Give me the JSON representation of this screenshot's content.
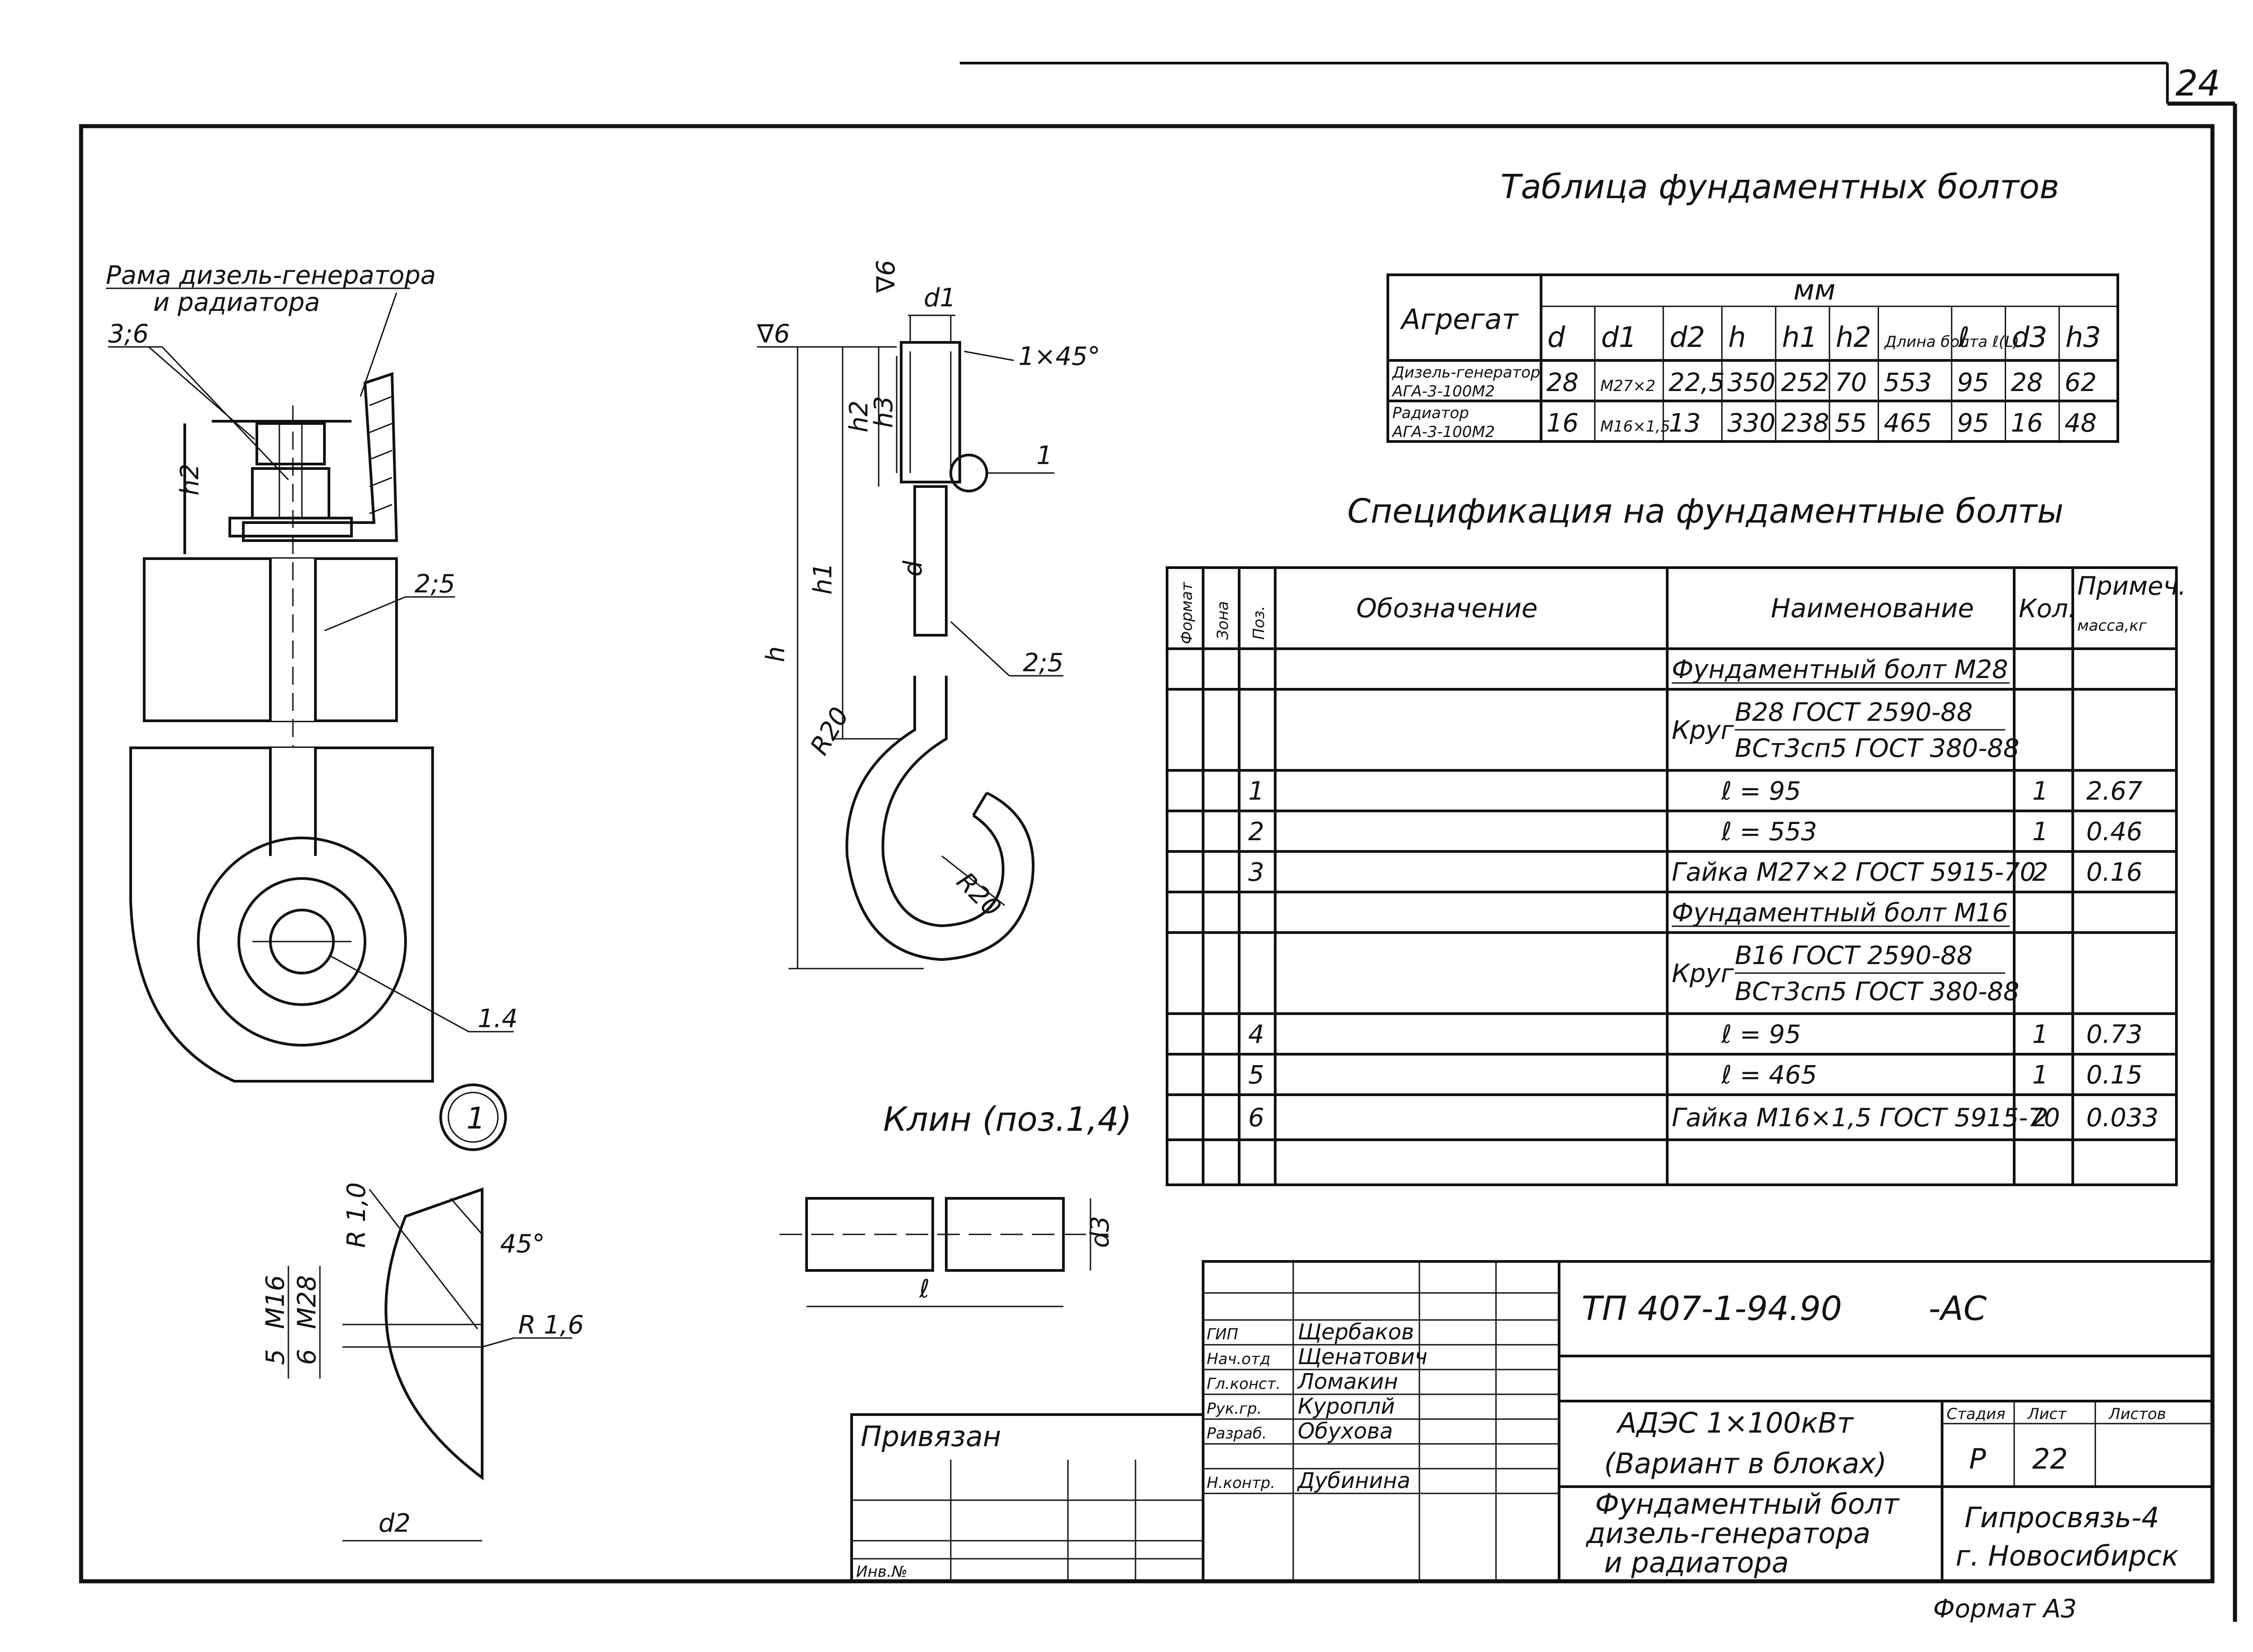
{
  "sheet": {
    "sheet_number": "24",
    "format_note": "Формат А3"
  },
  "annotations": {
    "frame_label_line1": "Рама дизель-генератора",
    "frame_label_line2": "и радиатора",
    "pos_3_6": "3;6",
    "pos_2_5_left": "2;5",
    "pos_1_4": "1.4",
    "view_number": "1",
    "dim_h2": "h2",
    "bolt_d1": "d1",
    "bolt_chamfer": "1×45°",
    "bolt_roughness_top": "∇6",
    "bolt_roughness_left": "∇6",
    "bolt_pos_1": "1",
    "bolt_pos_2_5": "2;5",
    "bolt_h": "h",
    "bolt_h1": "h1",
    "bolt_h2": "h2",
    "bolt_h3": "h3",
    "bolt_d": "d",
    "bolt_r20_a": "R20",
    "bolt_r20_b": "R20",
    "wedge_title": "Клин (поз.1,4)",
    "wedge_l": "ℓ",
    "wedge_d3": "d3",
    "det_r10": "R 1,0",
    "det_45": "45°",
    "det_r16": "R 1,6",
    "det_m16": "M16",
    "det_m28": "M28",
    "det_5": "5",
    "det_6": "6",
    "det_d2": "d2"
  },
  "bolt_table": {
    "title": "Таблица фундаментных болтов",
    "unit": "мм",
    "col_aggregate": "Агрегат",
    "columns": [
      "d",
      "d1",
      "d2",
      "h",
      "h1",
      "h2",
      "Длина болта ℓ(L)",
      "ℓ",
      "d3",
      "h3"
    ],
    "rows": [
      {
        "name_l1": "Дизель-генератор",
        "name_l2": "АГА-3-100М2",
        "values": [
          "28",
          "M27×2",
          "22,5",
          "350",
          "252",
          "70",
          "553",
          "95",
          "28",
          "62"
        ]
      },
      {
        "name_l1": "Радиатор",
        "name_l2": "АГА-3-100М2",
        "values": [
          "16",
          "M16×1,5",
          "13",
          "330",
          "238",
          "55",
          "465",
          "95",
          "16",
          "48"
        ]
      }
    ]
  },
  "spec": {
    "title": "Спецификация на фундаментные болты",
    "headers": {
      "format": "Формат",
      "zone": "Зона",
      "pos": "Поз.",
      "designation": "Обозначение",
      "name": "Наименование",
      "qty": "Кол.",
      "note_l1": "Примеч.",
      "note_l2": "масса,кг"
    },
    "rows": [
      {
        "pos": "",
        "name": "Фундаментный болт М28",
        "name2": "",
        "qty": "",
        "note": "",
        "underline": true
      },
      {
        "pos": "",
        "name": "Круг",
        "name2": "В28 ГОСТ 2590-88",
        "name3": "ВСт3сп5 ГОСТ 380-88",
        "qty": "",
        "note": ""
      },
      {
        "pos": "1",
        "name": "ℓ = 95",
        "qty": "1",
        "note": "2.67"
      },
      {
        "pos": "2",
        "name": "ℓ = 553",
        "qty": "1",
        "note": "0.46"
      },
      {
        "pos": "3",
        "name": "Гайка М27×2 ГОСТ 5915-70",
        "qty": "2",
        "note": "0.16"
      },
      {
        "pos": "",
        "name": "Фундаментный болт М16",
        "qty": "",
        "note": "",
        "underline": true
      },
      {
        "pos": "",
        "name": "Круг",
        "name2": "В16 ГОСТ 2590-88",
        "name3": "ВСт3сп5 ГОСТ 380-88",
        "qty": "",
        "note": ""
      },
      {
        "pos": "4",
        "name": "ℓ = 95",
        "qty": "1",
        "note": "0.73"
      },
      {
        "pos": "5",
        "name": "ℓ = 465",
        "qty": "1",
        "note": "0.15"
      },
      {
        "pos": "6",
        "name": "Гайка М16×1,5 ГОСТ 5915-70",
        "qty": "2",
        "note": "0.033"
      }
    ]
  },
  "stamp": {
    "doc_code": "ТП 407-1-94.90",
    "doc_suffix": "-АС",
    "project_l1": "АДЭС 1×100кВт",
    "project_l2": "(Вариант в блоках)",
    "sheet_title_l1": "Фундаментный болт",
    "sheet_title_l2": "дизель-генератора",
    "sheet_title_l3": "и радиатора",
    "stage_label": "Стадия",
    "sheet_label": "Лист",
    "sheets_label": "Листов",
    "stage": "Р",
    "sheet": "22",
    "org_l1": "Гипросвязь-4",
    "org_l2": "г. Новосибирск",
    "bound_label": "Привязан",
    "inv_label": "Инв.№",
    "signers": [
      {
        "role": "ГИП",
        "name": "Щербаков"
      },
      {
        "role": "Нач.отд",
        "name": "Щенатович"
      },
      {
        "role": "Гл.конст.",
        "name": "Ломакин"
      },
      {
        "role": "Рук.гр.",
        "name": "Куроплй"
      },
      {
        "role": "Разраб.",
        "name": "Обухова"
      },
      {
        "role": "",
        "name": ""
      },
      {
        "role": "Н.контр.",
        "name": "Дубинина"
      }
    ]
  }
}
